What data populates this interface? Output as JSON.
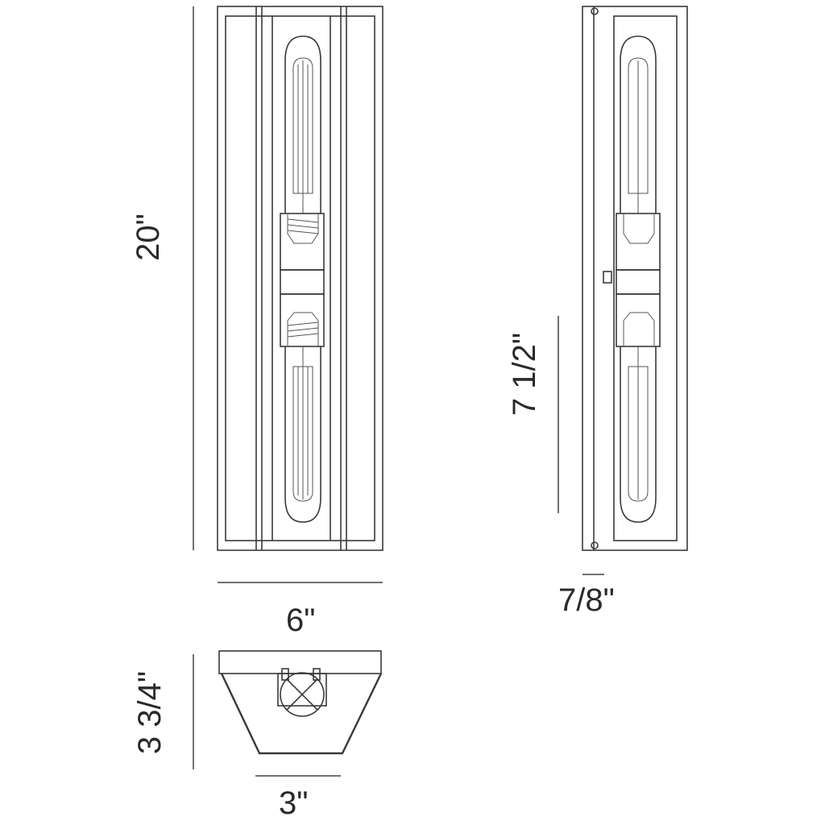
{
  "views": {
    "front": {
      "height_label": "20\"",
      "width_label": "6\""
    },
    "side": {
      "bulb_height_label": "7 1/2\"",
      "depth_label": "7/8\""
    },
    "bottom": {
      "depth_label": "3 3/4\"",
      "bottom_width_label": "3\""
    }
  },
  "colors": {
    "line": "#3a3a3a",
    "background": "#ffffff"
  }
}
